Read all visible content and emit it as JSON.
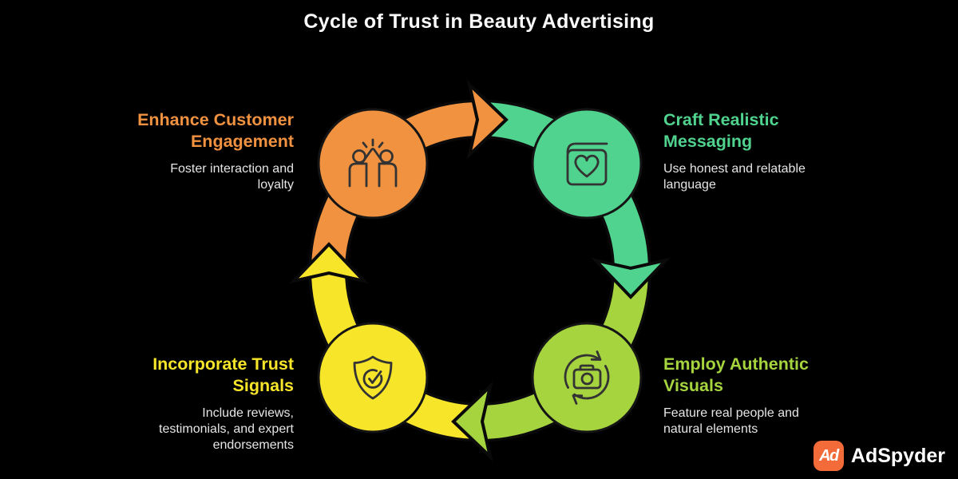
{
  "page": {
    "title": "Cycle of Trust in Beauty Advertising",
    "background": "#000000",
    "desc_text_color": "#E6E6E6"
  },
  "diagram": {
    "direction": "clockwise",
    "outline_color": "#0A0A0A",
    "icon_stroke": "#333333"
  },
  "steps": [
    {
      "name": "enhance-customer-engagement",
      "title_lines": [
        "Enhance Customer",
        "Engagement"
      ],
      "desc_lines": [
        "Foster interaction and",
        "loyalty"
      ],
      "color": "#F0923F",
      "icon": "high-five-icon"
    },
    {
      "name": "craft-realistic-messaging",
      "title_lines": [
        "Craft Realistic",
        "Messaging"
      ],
      "desc_lines": [
        "Use honest and relatable",
        "language"
      ],
      "color": "#4FD38E",
      "icon": "book-heart-icon"
    },
    {
      "name": "employ-authentic-visuals",
      "title_lines": [
        "Employ Authentic",
        "Visuals"
      ],
      "desc_lines": [
        "Feature real people and",
        "natural elements"
      ],
      "color": "#A6D43E",
      "icon": "camera-refresh-icon"
    },
    {
      "name": "incorporate-trust-signals",
      "title_lines": [
        "Incorporate Trust",
        "Signals"
      ],
      "desc_lines": [
        "Include reviews,",
        "testimonials, and expert",
        "endorsements"
      ],
      "color": "#F7E52A",
      "icon": "shield-check-icon"
    }
  ],
  "branding": {
    "badge_text": "Ad",
    "badge_color": "#F26B39",
    "logo_text": "AdSpyder"
  }
}
